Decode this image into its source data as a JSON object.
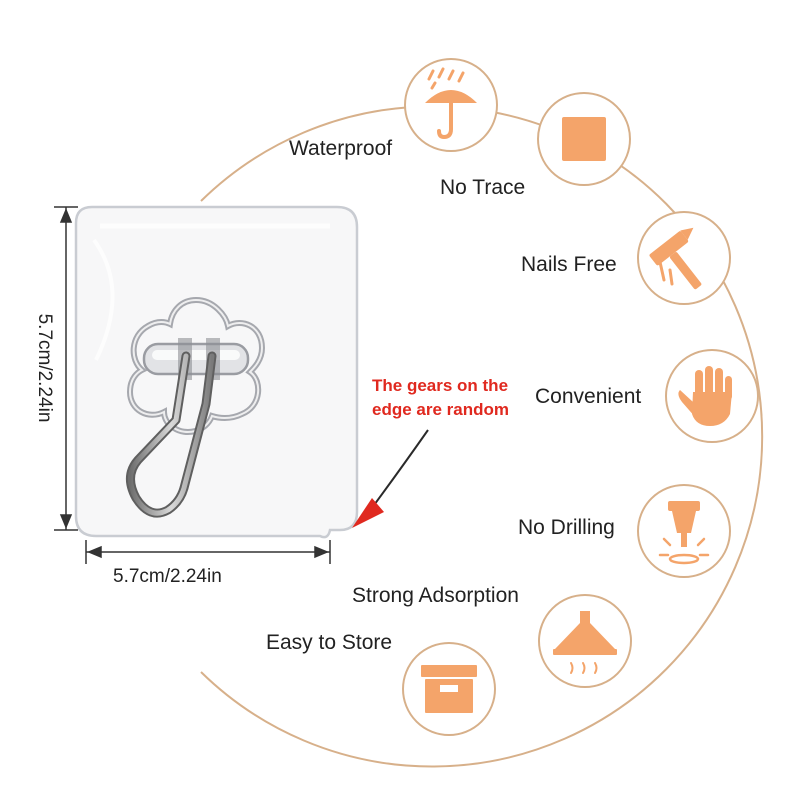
{
  "features": [
    {
      "label": "Waterproof",
      "icon": "umbrella-rain-icon"
    },
    {
      "label": "No Trace",
      "icon": "square-patch-icon"
    },
    {
      "label": "Nails Free",
      "icon": "hammer-nails-icon"
    },
    {
      "label": "Convenient",
      "icon": "hand-icon"
    },
    {
      "label": "No Drilling",
      "icon": "drill-icon"
    },
    {
      "label": "Strong Adsorption",
      "icon": "suction-hood-icon"
    },
    {
      "label": "Easy to Store",
      "icon": "storage-box-icon"
    }
  ],
  "note": {
    "line1": "The gears on the",
    "line2": "edge are random"
  },
  "dimensions": {
    "width": "5.7cm/2.24in",
    "height": "5.7cm/2.24in"
  },
  "colors": {
    "accent": "#f4a46a",
    "ring": "#d7b08a",
    "note": "#e0291f"
  }
}
